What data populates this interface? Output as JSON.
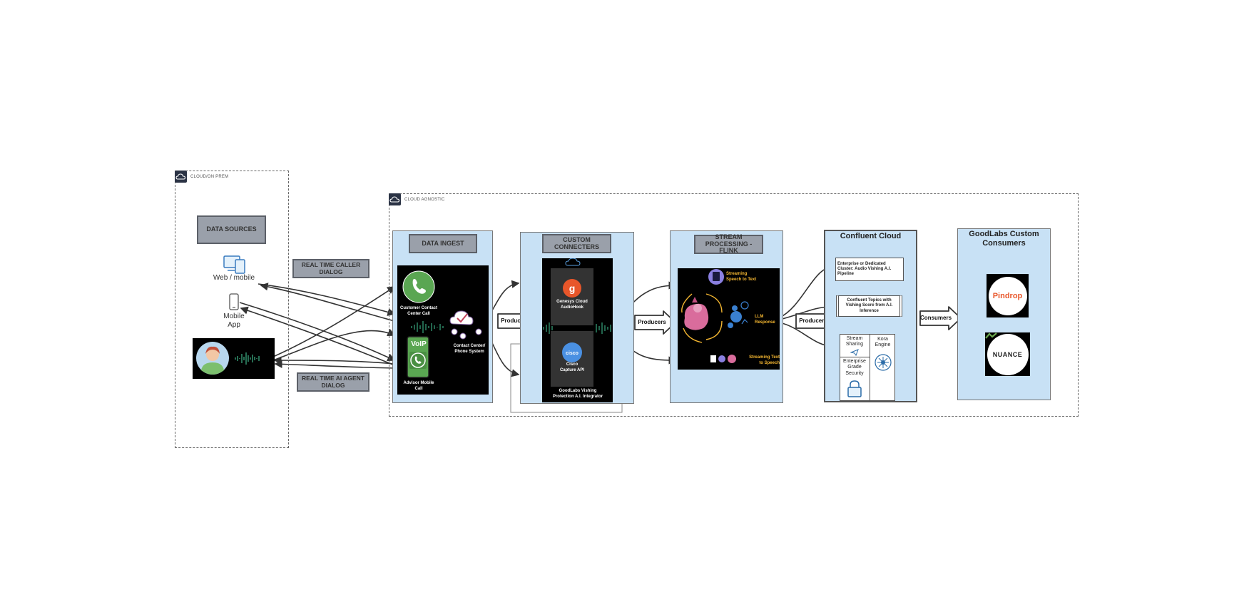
{
  "onprem": {
    "caption": "CLOUD/ON PREM"
  },
  "agnostic": {
    "caption": "CLOUD AGNOSTIC"
  },
  "data_sources": {
    "title": "DATA SOURCES",
    "web_mobile": "Web / mobile",
    "mobile_app_line1": "Mobile",
    "mobile_app_line2": "App"
  },
  "dialog": {
    "caller_line1": "REAL TIME CALLER",
    "caller_line2": "DIALOG",
    "agent_line1": "REAL TIME AI AGENT",
    "agent_line2": "DIALOG"
  },
  "ingest": {
    "title": "DATA INGEST",
    "contact_call_line1": "Customer Contact",
    "contact_call_line2": "Center Call",
    "contact_center_line1": "Contact Center/",
    "contact_center_line2": "Phone System",
    "voip": "VoIP",
    "advisor_line1": "Advisor Mobile",
    "advisor_line2": "Call"
  },
  "producers": [
    "Producers",
    "Producers",
    "Producers"
  ],
  "connectors": {
    "title_line1": "CUSTOM",
    "title_line2": "CONNECTERS",
    "genesys_line1": "Genesys Cloud",
    "genesys_line2": "AudioHook",
    "cisco_logo": "cisco",
    "cisco_line1": "Cisco",
    "cisco_line2": "Capture API",
    "integrator_line1": "GoodLabs Vishing",
    "integrator_line2": "Protection A.I. Integrator"
  },
  "flink": {
    "title_line1": "STREAM",
    "title_line2": "PROCESSING - FLINK",
    "stt_line1": "Streaming",
    "stt_line2": "Speech to Text",
    "llm_line1": "LLM",
    "llm_line2": "Response",
    "tts_line1": "Streaming Text",
    "tts_line2": "to Speech"
  },
  "confluent": {
    "title": "Confluent Cloud",
    "cluster": "Enterprise or Dedicated Cluster: Audio  Vishing A.I. Pipeline",
    "topics": "Confluent Topics with Vishing Score from A.I. Inference",
    "stream_sharing_line1": "Stream",
    "stream_sharing_line2": "Sharing",
    "kora_line1": "Kora",
    "kora_line2": "Engine",
    "security_line1": "Enterprise",
    "security_line2": "Grade",
    "security_line3": "Security"
  },
  "consumers_arrow": "Consumers",
  "goodlabs": {
    "title_line1": "GoodLabs Custom",
    "title_line2": "Consumers",
    "pindrop": "Pindrop",
    "nuance": "NUANCE"
  },
  "colors": {
    "stage_fill": "#c8e1f5",
    "pill_fill": "#9aa0aa",
    "accent_yellow": "#f5b731",
    "waveform_green": "#3fb68b",
    "phone_green": "#5aa652",
    "pindrop_orange": "#e8562a"
  }
}
